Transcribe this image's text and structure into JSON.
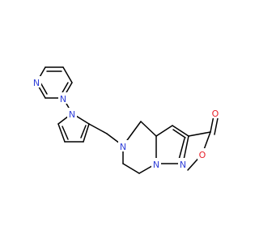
{
  "molecule": {
    "colors": {
      "bond": "#000000",
      "nitrogen": "#2f3fd8",
      "oxygen": "#e8202a",
      "background": "#ffffff"
    },
    "atoms": {
      "pyrimidine_n1": "N",
      "pyrimidine_n3": "N",
      "pyrrole_n": "N",
      "ring_n5": "N",
      "pyrazole_n1": "N",
      "pyrazole_n2": "N",
      "carbonyl_o": "O",
      "ester_o": "O"
    }
  }
}
